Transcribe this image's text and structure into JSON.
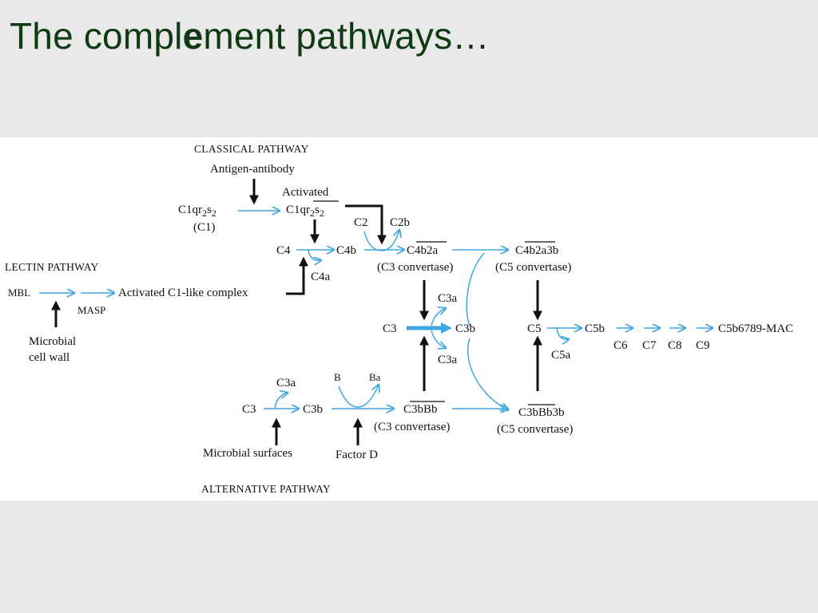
{
  "slide": {
    "title_part1": "The compl",
    "title_bold": "e",
    "title_part2": "ment pathways…"
  },
  "diagram": {
    "pathways": {
      "classical": "CLASSICAL PATHWAY",
      "lectin": "LECTIN PATHWAY",
      "alternative": "ALTERNATIVE PATHWAY"
    },
    "triggers": {
      "antigen_antibody": "Antigen-antibody",
      "microbial_cell_wall_1": "Microbial",
      "microbial_cell_wall_2": "cell wall",
      "microbial_surfaces": "Microbial surfaces",
      "factor_d": "Factor D"
    },
    "classical": {
      "c1_prefix": "C1qr",
      "c1_sub": "2",
      "c1_s": "s",
      "c1_sub2": "2",
      "c1_alias": "(C1)",
      "activated": "Activated",
      "c4": "C4",
      "c4b": "C4b",
      "c4a": "C4a",
      "c2": "C2",
      "c2b": "C2b",
      "c4b2a_prefix": "C",
      "c4b2a_bar": "4b2a",
      "c3_convertase": "(C3 convertase)",
      "c4b2a3b_prefix": "C",
      "c4b2a3b_bar": "4b2a",
      "c4b2a3b_suffix": "3b",
      "c5_convertase": "(C5 convertase)"
    },
    "lectin": {
      "mbl": "MBL",
      "masp": "MASP",
      "activated_c1_like": "Activated C1-like complex"
    },
    "central": {
      "c3": "C3",
      "c3b": "C3b",
      "c3a_top": "C3a",
      "c3a_bottom": "C3a",
      "c5": "C5",
      "c5b": "C5b",
      "c5a": "C5a",
      "c6": "C6",
      "c7": "C7",
      "c8": "C8",
      "c9": "C9",
      "mac": "C5b6789-MAC"
    },
    "alternative": {
      "c3": "C3",
      "c3a": "C3a",
      "c3b": "C3b",
      "b": "B",
      "ba": "Ba",
      "c3bbb_prefix": "C3b",
      "c3bbb_bar": "Bb",
      "c3_convertase": "(C3 convertase)",
      "c3bbb3b_prefix": "C3b",
      "c3bbb3b_bar": "Bb",
      "c3bbb3b_suffix": "3b",
      "c5_convertase": "(C5 convertase)"
    }
  },
  "colors": {
    "title": "#0f3a12",
    "background": "#e9e9e9",
    "arrow_blue": "#3ea6e0",
    "arrow_black": "#111111"
  }
}
